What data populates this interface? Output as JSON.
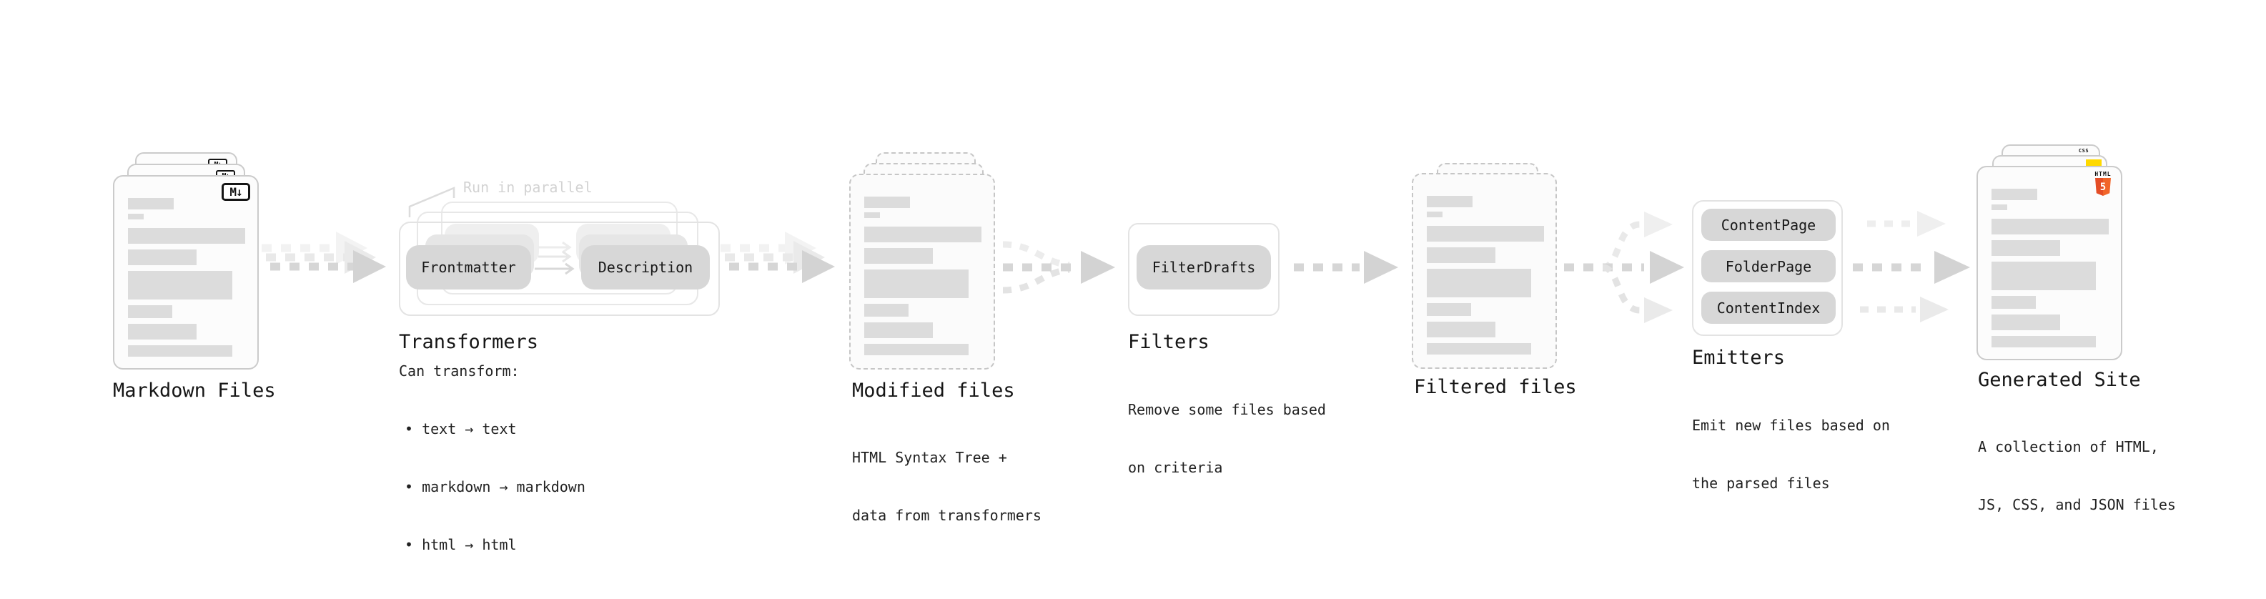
{
  "stages": {
    "markdown_files": {
      "label": "Markdown Files",
      "badge": "M↓"
    },
    "transformers": {
      "label": "Transformers",
      "annotation": "Run in parallel",
      "pill_left": "Frontmatter",
      "pill_right": "Description",
      "caption_title": "Can transform:",
      "bullets": [
        "• text → text",
        "• markdown → markdown",
        "• html → html"
      ]
    },
    "modified_files": {
      "label": "Modified files",
      "caption": [
        "HTML Syntax Tree +",
        "data from transformers"
      ]
    },
    "filters": {
      "label": "Filters",
      "pill": "FilterDrafts",
      "caption": [
        "Remove some files based",
        "on criteria"
      ]
    },
    "filtered_files": {
      "label": "Filtered files"
    },
    "emitters": {
      "label": "Emitters",
      "pills": [
        "ContentPage",
        "FolderPage",
        "ContentIndex"
      ],
      "caption": [
        "Emit new files based on",
        "the parsed files"
      ]
    },
    "generated_site": {
      "label": "Generated Site",
      "caption": [
        "A collection of HTML,",
        "JS, CSS, and JSON files"
      ],
      "badges": {
        "css": "CSS",
        "html": "HTML",
        "html_number": "5"
      }
    }
  },
  "colors": {
    "card_border": "#cbcbcb",
    "dashed_border": "#c6c6c6",
    "bar_gray": "#dcdcdc",
    "pill_gray": "#d7d7d7",
    "arrow_gray": "#d3d3d3",
    "annotation_gray": "#d3d3d3",
    "markdown_badge_black": "#151515",
    "html_orange": "#e44d26",
    "html_orange_light": "#f16529",
    "js_yellow": "#ffd900",
    "css_blue": "#2b5ce0"
  }
}
